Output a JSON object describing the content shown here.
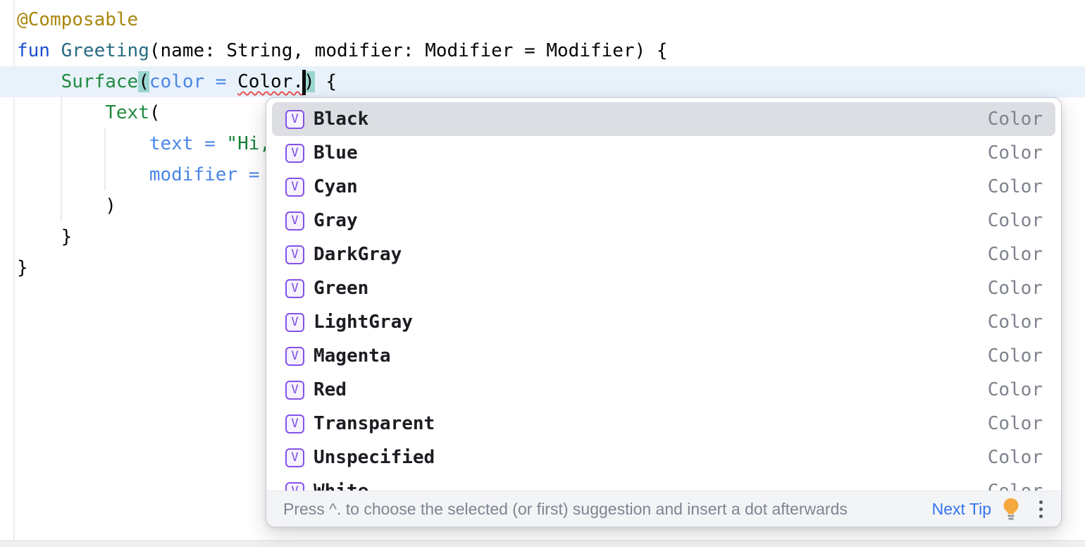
{
  "editor": {
    "lines": [
      {
        "tokens": [
          {
            "c": "ann",
            "t": "@Composable"
          }
        ]
      },
      {
        "tokens": [
          {
            "c": "kw",
            "t": "fun "
          },
          {
            "c": "fname",
            "t": "Greeting"
          },
          {
            "c": "plain",
            "t": "(name: String, modifier: Modifier = Modifier) {"
          }
        ]
      },
      {
        "current": true,
        "tokens": [
          {
            "c": "plain",
            "t": "    "
          },
          {
            "c": "call",
            "t": "Surface"
          },
          {
            "c": "paren",
            "t": "("
          },
          {
            "c": "arg",
            "t": "color = "
          },
          {
            "c": "err",
            "t": "Color."
          },
          {
            "c": "caret",
            "t": ""
          },
          {
            "c": "paren",
            "t": ")"
          },
          {
            "c": "plain",
            "t": " {"
          }
        ]
      },
      {
        "tokens": [
          {
            "c": "plain",
            "t": "        "
          },
          {
            "c": "call",
            "t": "Text"
          },
          {
            "c": "plain",
            "t": "("
          }
        ]
      },
      {
        "tokens": [
          {
            "c": "plain",
            "t": "            "
          },
          {
            "c": "arg",
            "t": "text = "
          },
          {
            "c": "str",
            "t": "\"Hi,"
          }
        ]
      },
      {
        "tokens": [
          {
            "c": "plain",
            "t": "            "
          },
          {
            "c": "arg",
            "t": "modifier = "
          }
        ]
      },
      {
        "tokens": [
          {
            "c": "plain",
            "t": "        )"
          }
        ]
      },
      {
        "tokens": [
          {
            "c": "plain",
            "t": "    }"
          }
        ]
      },
      {
        "tokens": [
          {
            "c": "plain",
            "t": "}"
          }
        ]
      }
    ]
  },
  "popup": {
    "icon_glyph": "V",
    "items": [
      {
        "name": "Black",
        "type": "Color",
        "selected": true
      },
      {
        "name": "Blue",
        "type": "Color"
      },
      {
        "name": "Cyan",
        "type": "Color"
      },
      {
        "name": "Gray",
        "type": "Color"
      },
      {
        "name": "DarkGray",
        "type": "Color"
      },
      {
        "name": "Green",
        "type": "Color"
      },
      {
        "name": "LightGray",
        "type": "Color"
      },
      {
        "name": "Magenta",
        "type": "Color"
      },
      {
        "name": "Red",
        "type": "Color"
      },
      {
        "name": "Transparent",
        "type": "Color"
      },
      {
        "name": "Unspecified",
        "type": "Color"
      },
      {
        "name": "White",
        "type": "Color"
      }
    ],
    "footer": {
      "hint": "Press ^. to choose the selected (or first) suggestion and insert a dot afterwards",
      "next_tip_label": "Next Tip"
    }
  },
  "colors": {
    "selection_bg": "#DCDEE3",
    "current_line_bg": "#E9F2FB",
    "paren_match_bg": "#9CD6D0",
    "icon_purple": "#7C4DE0",
    "link_blue": "#3574F0",
    "error_squiggle": "#E65555",
    "bulb_yellow": "#F5A93C"
  }
}
